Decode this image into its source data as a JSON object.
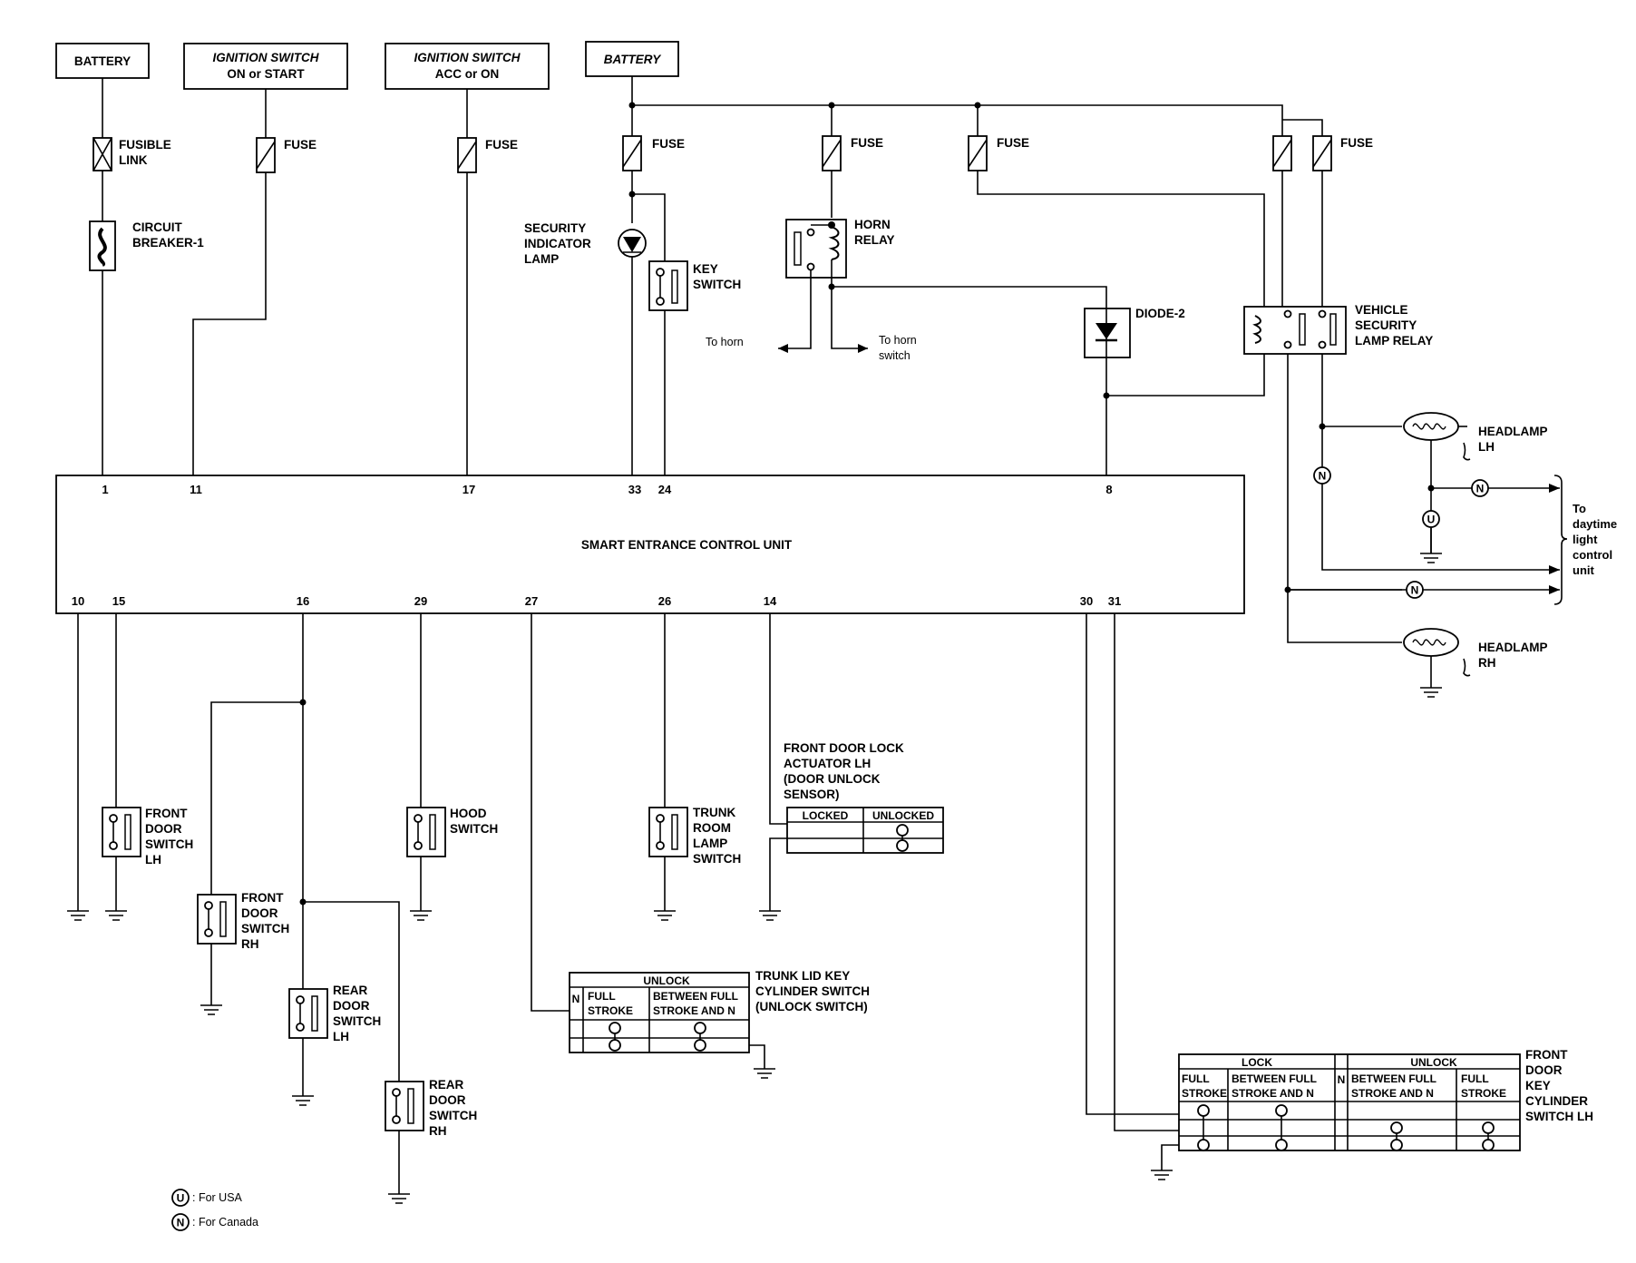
{
  "sources": {
    "battery_left": "BATTERY",
    "ign_on_l1": "IGNITION SWITCH",
    "ign_on_l2": "ON or START",
    "ign_acc_l1": "IGNITION SWITCH",
    "ign_acc_l2": "ACC or ON",
    "battery_right": "BATTERY"
  },
  "protection": {
    "fusible_l1": "FUSIBLE",
    "fusible_l2": "LINK",
    "breaker_l1": "CIRCUIT",
    "breaker_l2": "BREAKER-1",
    "fuse": "FUSE"
  },
  "components": {
    "sec_lamp_l1": "SECURITY",
    "sec_lamp_l2": "INDICATOR",
    "sec_lamp_l3": "LAMP",
    "key_switch_l1": "KEY",
    "key_switch_l2": "SWITCH",
    "horn_relay_l1": "HORN",
    "horn_relay_l2": "RELAY",
    "to_horn": "To horn",
    "to_horn_switch_l1": "To horn",
    "to_horn_switch_l2": "switch",
    "diode": "DIODE-2",
    "vs_relay_l1": "VEHICLE",
    "vs_relay_l2": "SECURITY",
    "vs_relay_l3": "LAMP RELAY",
    "headlamp_lh_l1": "HEADLAMP",
    "headlamp_lh_l2": "LH",
    "headlamp_rh_l1": "HEADLAMP",
    "headlamp_rh_l2": "RH",
    "daytime_l1": "To",
    "daytime_l2": "daytime",
    "daytime_l3": "light",
    "daytime_l4": "control",
    "daytime_l5": "unit"
  },
  "control_unit": {
    "name": "SMART ENTRANCE CONTROL UNIT",
    "top_pins": [
      "1",
      "11",
      "17",
      "33",
      "24",
      "8"
    ],
    "bottom_pins": [
      "10",
      "15",
      "16",
      "29",
      "27",
      "26",
      "14",
      "30",
      "31"
    ]
  },
  "switches": {
    "fd_lh": [
      "FRONT",
      "DOOR",
      "SWITCH",
      "LH"
    ],
    "fd_rh": [
      "FRONT",
      "DOOR",
      "SWITCH",
      "RH"
    ],
    "rd_lh": [
      "REAR",
      "DOOR",
      "SWITCH",
      "LH"
    ],
    "rd_rh": [
      "REAR",
      "DOOR",
      "SWITCH",
      "RH"
    ],
    "hood": [
      "HOOD",
      "SWITCH"
    ],
    "trunk_room": [
      "TRUNK",
      "ROOM",
      "LAMP",
      "SWITCH"
    ]
  },
  "door_lock_actuator": {
    "label": [
      "FRONT DOOR LOCK",
      "ACTUATOR LH",
      "(DOOR UNLOCK",
      "SENSOR)"
    ],
    "col_locked": "LOCKED",
    "col_unlocked": "UNLOCKED"
  },
  "trunk_lid_switch": {
    "label": [
      "TRUNK LID KEY",
      "CYLINDER SWITCH",
      "(UNLOCK SWITCH)"
    ],
    "group": "UNLOCK",
    "n": "N",
    "col1_l1": "FULL",
    "col1_l2": "STROKE",
    "col2_l1": "BETWEEN FULL",
    "col2_l2": "STROKE AND N"
  },
  "door_key_cylinder": {
    "label": [
      "FRONT",
      "DOOR",
      "KEY",
      "CYLINDER",
      "SWITCH LH"
    ],
    "lock": "LOCK",
    "unlock": "UNLOCK",
    "n": "N",
    "full_l1": "FULL",
    "full_l2": "STROKE",
    "between_l1": "BETWEEN FULL",
    "between_l2": "STROKE AND N",
    "between2_l1": "BETWEEN FULL",
    "between2_l2": "STROKE AND N",
    "full2_l1": "FULL",
    "full2_l2": "STROKE"
  },
  "legend": {
    "u_symbol": "U",
    "u_text": ": For USA",
    "n_symbol": "N",
    "n_text": ": For Canada"
  }
}
